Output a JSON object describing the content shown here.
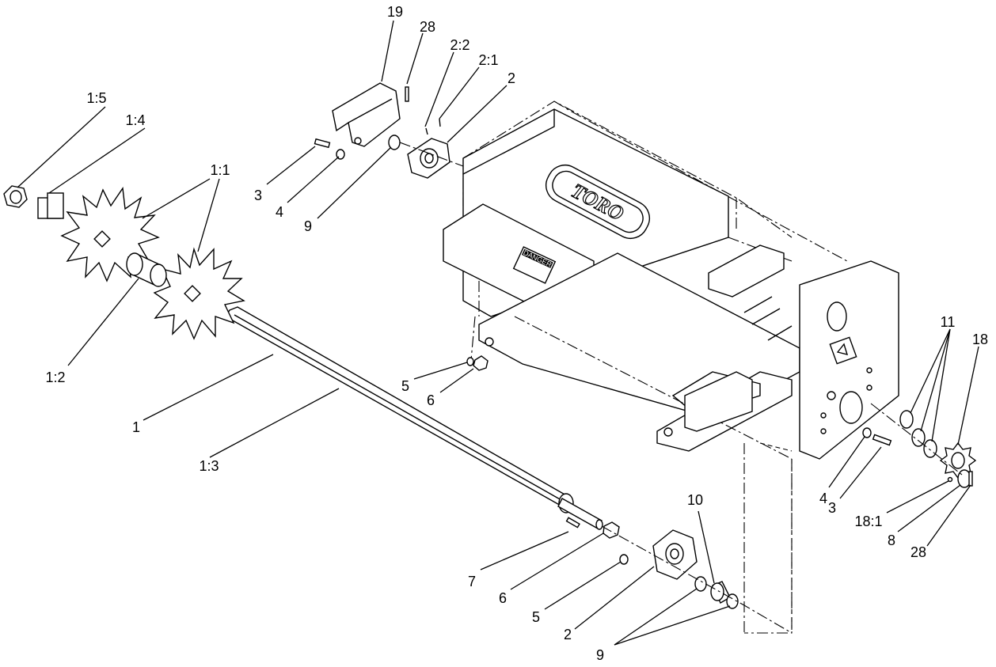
{
  "diagram": {
    "brand_logo": "TORO",
    "decals": {
      "danger": "DANGER"
    },
    "callouts": [
      {
        "id": "c-19",
        "text": "19"
      },
      {
        "id": "c-28-top",
        "text": "28"
      },
      {
        "id": "c-2-2",
        "text": "2:2"
      },
      {
        "id": "c-2-1",
        "text": "2:1"
      },
      {
        "id": "c-2-top",
        "text": "2"
      },
      {
        "id": "c-1-5",
        "text": "1:5"
      },
      {
        "id": "c-1-4",
        "text": "1:4"
      },
      {
        "id": "c-1-1",
        "text": "1:1"
      },
      {
        "id": "c-3-top",
        "text": "3"
      },
      {
        "id": "c-4-top",
        "text": "4"
      },
      {
        "id": "c-9-top",
        "text": "9"
      },
      {
        "id": "c-1-2",
        "text": "1:2"
      },
      {
        "id": "c-1",
        "text": "1"
      },
      {
        "id": "c-1-3",
        "text": "1:3"
      },
      {
        "id": "c-5-mid",
        "text": "5"
      },
      {
        "id": "c-6-mid",
        "text": "6"
      },
      {
        "id": "c-11",
        "text": "11"
      },
      {
        "id": "c-18",
        "text": "18"
      },
      {
        "id": "c-4-right",
        "text": "4"
      },
      {
        "id": "c-3-right",
        "text": "3"
      },
      {
        "id": "c-18-1",
        "text": "18:1"
      },
      {
        "id": "c-8",
        "text": "8"
      },
      {
        "id": "c-28-bottom",
        "text": "28"
      },
      {
        "id": "c-10",
        "text": "10"
      },
      {
        "id": "c-7",
        "text": "7"
      },
      {
        "id": "c-6-bottom",
        "text": "6"
      },
      {
        "id": "c-5-bottom",
        "text": "5"
      },
      {
        "id": "c-2-bottom",
        "text": "2"
      },
      {
        "id": "c-9-bottom",
        "text": "9"
      }
    ]
  }
}
